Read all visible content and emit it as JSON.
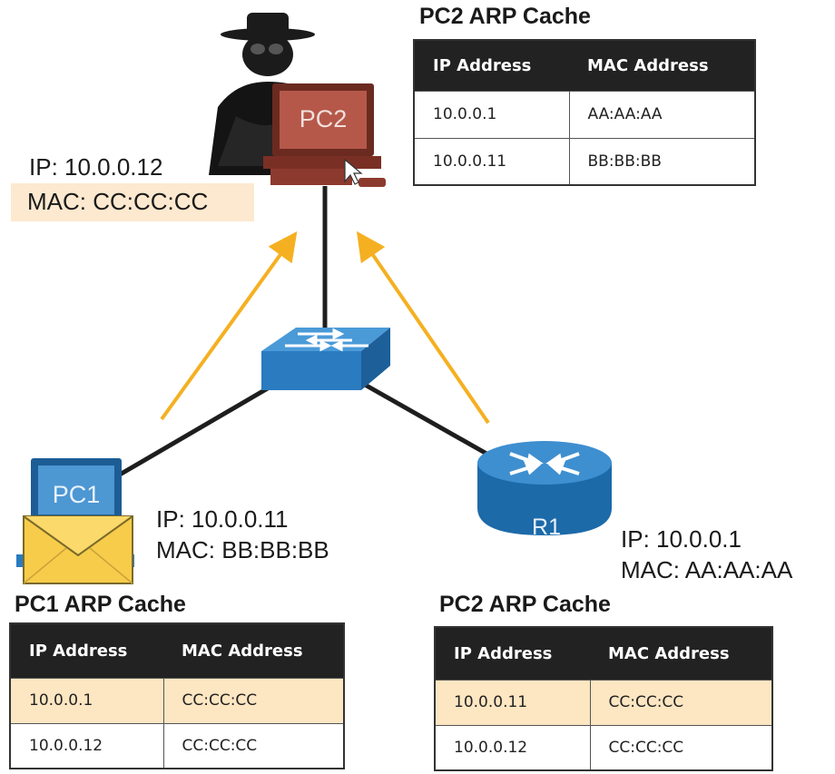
{
  "pc2": {
    "device_label": "PC2",
    "ip": "IP: 10.0.0.12",
    "mac": "MAC: CC:CC:CC"
  },
  "pc1": {
    "device_label": "PC1",
    "ip": "IP: 10.0.0.11",
    "mac": "MAC: BB:BB:BB"
  },
  "r1": {
    "device_label": "R1",
    "ip": "IP: 10.0.0.1",
    "mac": "MAC: AA:AA:AA"
  },
  "tables": {
    "top": {
      "title": "PC2 ARP Cache",
      "headers": [
        "IP Address",
        "MAC Address"
      ],
      "rows": [
        [
          "10.0.0.1",
          "AA:AA:AA"
        ],
        [
          "10.0.0.11",
          "BB:BB:BB"
        ]
      ]
    },
    "pc1": {
      "title": "PC1 ARP Cache",
      "headers": [
        "IP Address",
        "MAC Address"
      ],
      "rows": [
        [
          "10.0.0.1",
          "CC:CC:CC"
        ],
        [
          "10.0.0.12",
          "CC:CC:CC"
        ]
      ]
    },
    "r1": {
      "title": "PC2 ARP Cache",
      "headers": [
        "IP Address",
        "MAC Address"
      ],
      "rows": [
        [
          "10.0.0.11",
          "CC:CC:CC"
        ],
        [
          "10.0.0.12",
          "CC:CC:CC"
        ]
      ]
    }
  },
  "colors": {
    "arrow": "#f5b021",
    "link": "#1e1e1e",
    "switch": "#2a7bc0",
    "row_highlight": "#fde6c2",
    "mac_highlight": "#fde9cf"
  }
}
